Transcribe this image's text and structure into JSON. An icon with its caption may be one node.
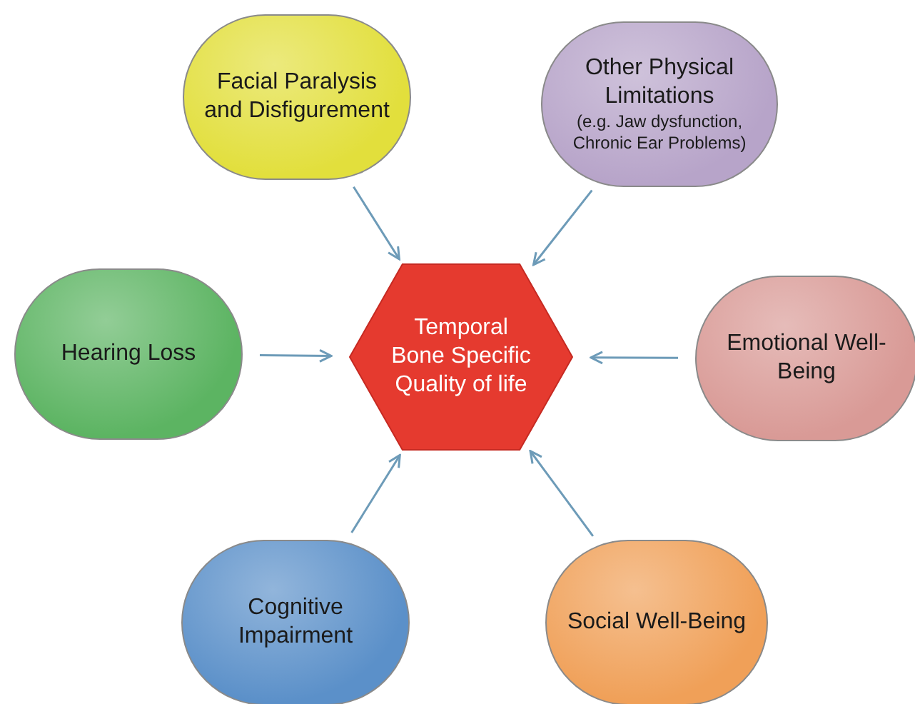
{
  "diagram": {
    "nodes": [
      {
        "text": [
          "Temporal Bone Specific Quality of life"
        ]
      },
      {
        "text": [
          "Facial Paralysis and Disfigurement"
        ]
      },
      {
        "text": [
          "Other Physical Limitations",
          "(e.g. Jaw dysfunction, Chronic Ear Problems)"
        ]
      },
      {
        "text": [
          "Hearing Loss"
        ]
      },
      {
        "text": [
          "Emotional Well-Being"
        ]
      },
      {
        "text": [
          "Cognitive Impairment"
        ]
      },
      {
        "text": [
          "Social Well-Being"
        ]
      }
    ],
    "edges": [
      {
        "from": 1,
        "to": 0,
        "arrow": "to"
      },
      {
        "from": 2,
        "to": 0,
        "arrow": "to"
      },
      {
        "from": 3,
        "to": 0,
        "arrow": "to"
      },
      {
        "from": 4,
        "to": 0,
        "arrow": "to"
      },
      {
        "from": 5,
        "to": 0,
        "arrow": "to"
      },
      {
        "from": 6,
        "to": 0,
        "arrow": "to"
      }
    ]
  }
}
